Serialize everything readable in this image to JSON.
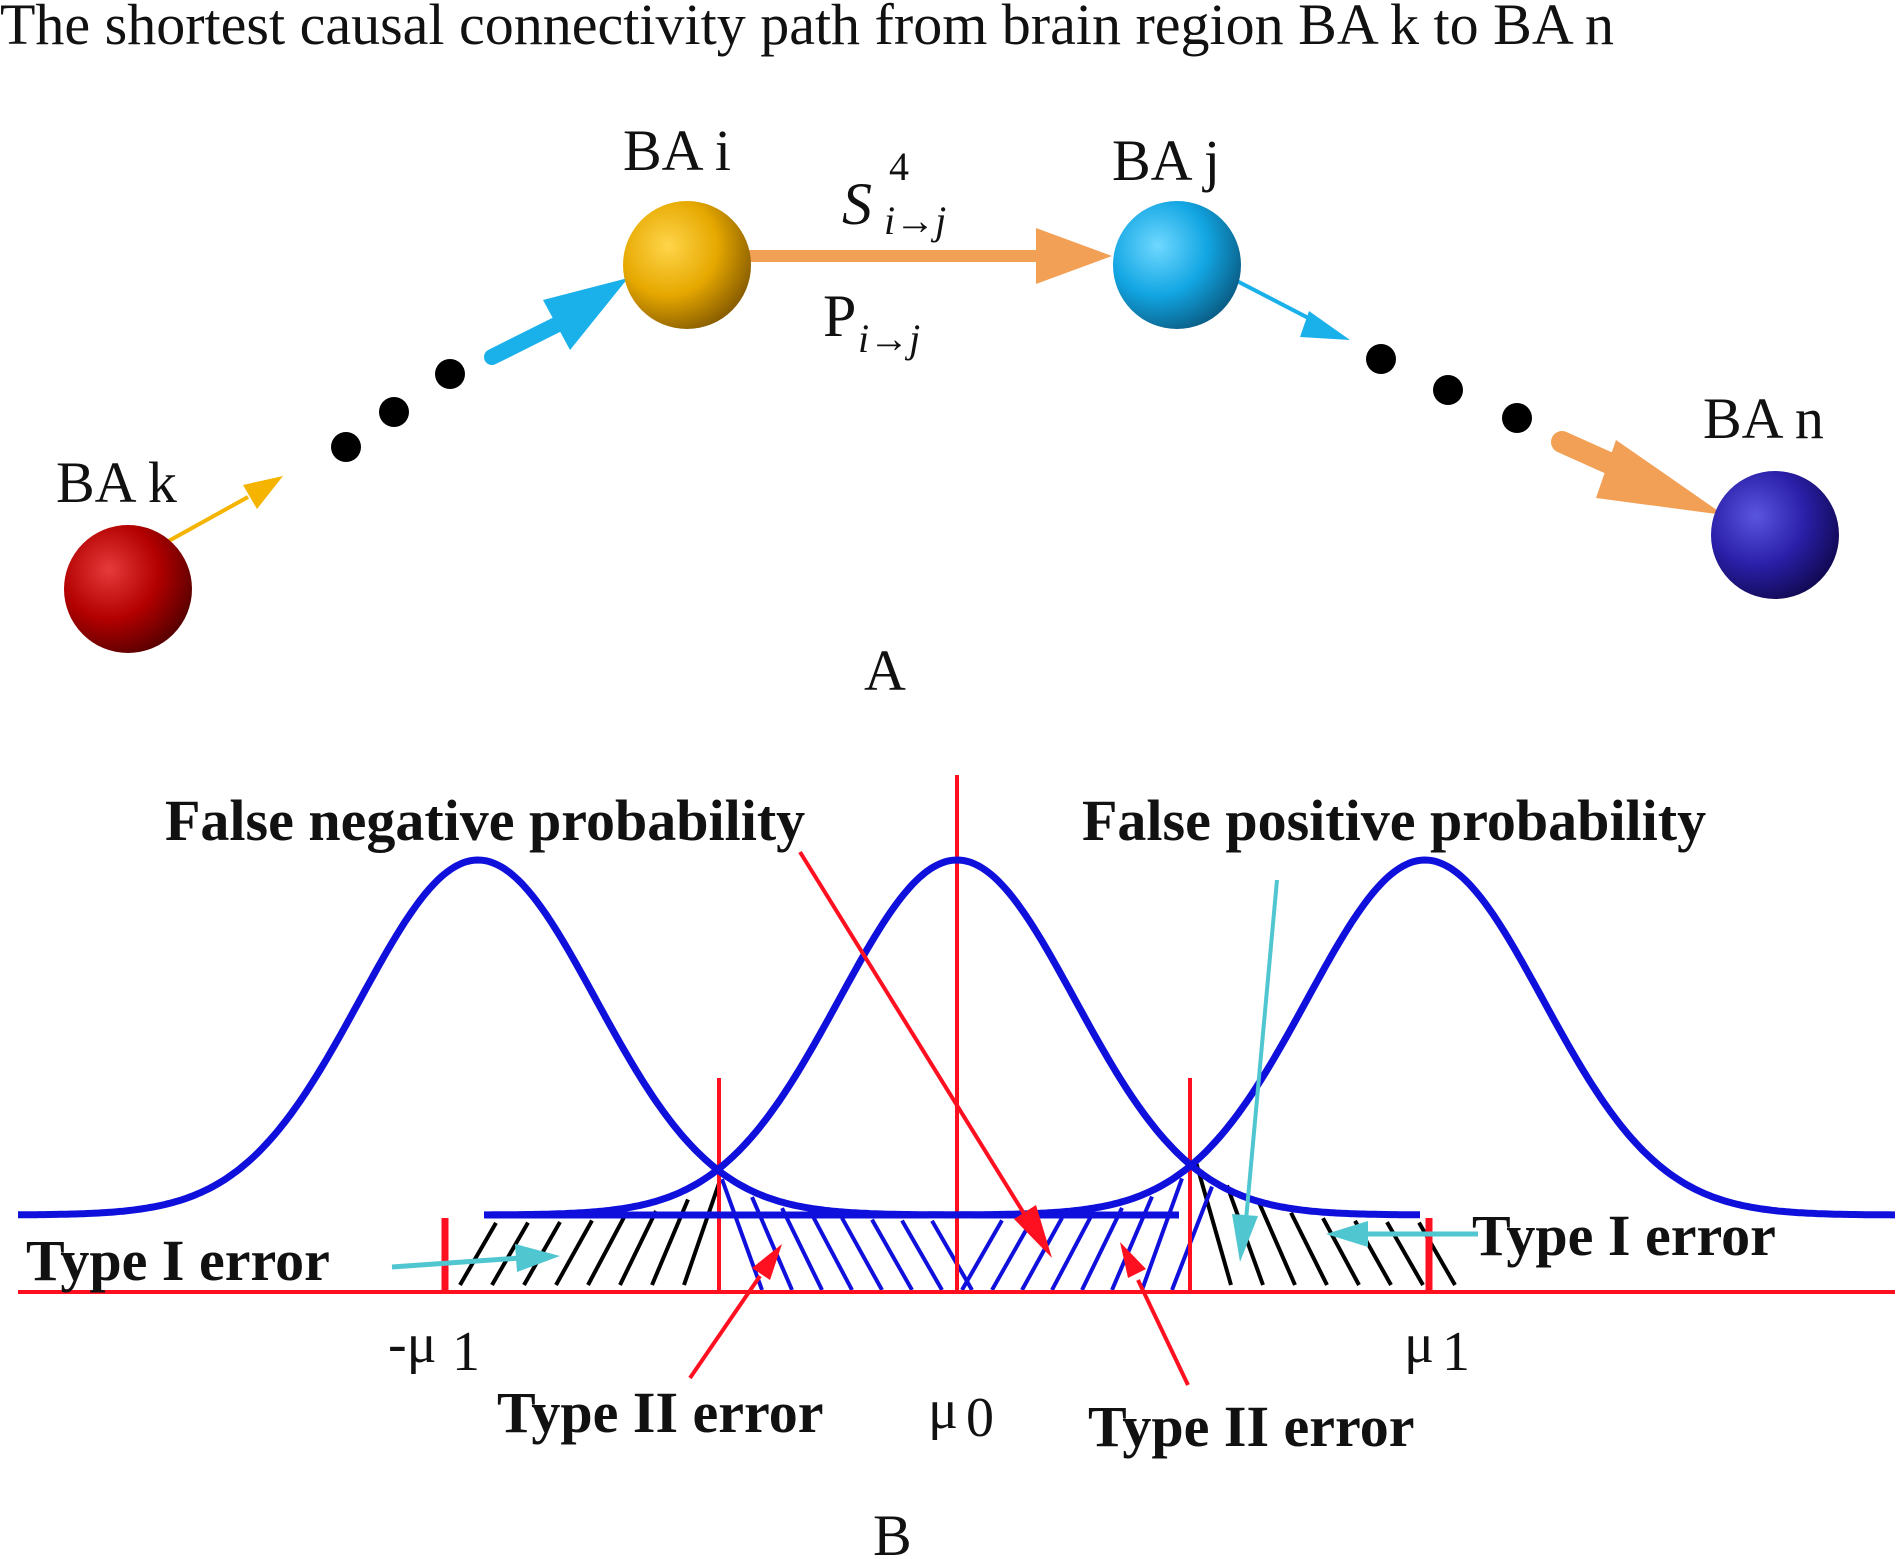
{
  "title": "The shortest causal connectivity path from brain region BA k to BA n",
  "panel_a": {
    "label": "A",
    "nodes": {
      "k": {
        "label": "BA k",
        "color": "#b30000"
      },
      "i": {
        "label": "BA i",
        "color": "#f0b400"
      },
      "j": {
        "label": "BA j",
        "color": "#1ab0ea"
      },
      "n": {
        "label": "BA n",
        "color": "#2a1fa8"
      }
    },
    "edge_ij": {
      "s_symbol": "S",
      "s_superscript": "4",
      "s_subscript": "i→j",
      "p_symbol": "P",
      "p_subscript": "i→j"
    },
    "colors": {
      "orange_arrow": "#f2a055",
      "blue_arrow": "#1ab0ea",
      "yellow_arrow": "#f4b400",
      "dots": "#000000"
    }
  },
  "panel_b": {
    "label": "B",
    "false_negative_label": "False negative probability",
    "false_positive_label": "False positive probability",
    "type1_left_label": "Type I error",
    "type1_right_label": "Type I error",
    "type2_left_label": "Type II error",
    "type2_right_label": "Type II error",
    "mu_neg_label": "-μ",
    "mu_neg_sub": "1",
    "mu_zero_label": "μ",
    "mu_zero_sub": "0",
    "mu_pos_label": "μ",
    "mu_pos_sub": "1",
    "colors": {
      "curve": "#1010dd",
      "red_line": "#ff1020",
      "cyan_arrow": "#4fc6d0",
      "hatch_black": "#000000",
      "hatch_blue": "#1010dd"
    }
  }
}
